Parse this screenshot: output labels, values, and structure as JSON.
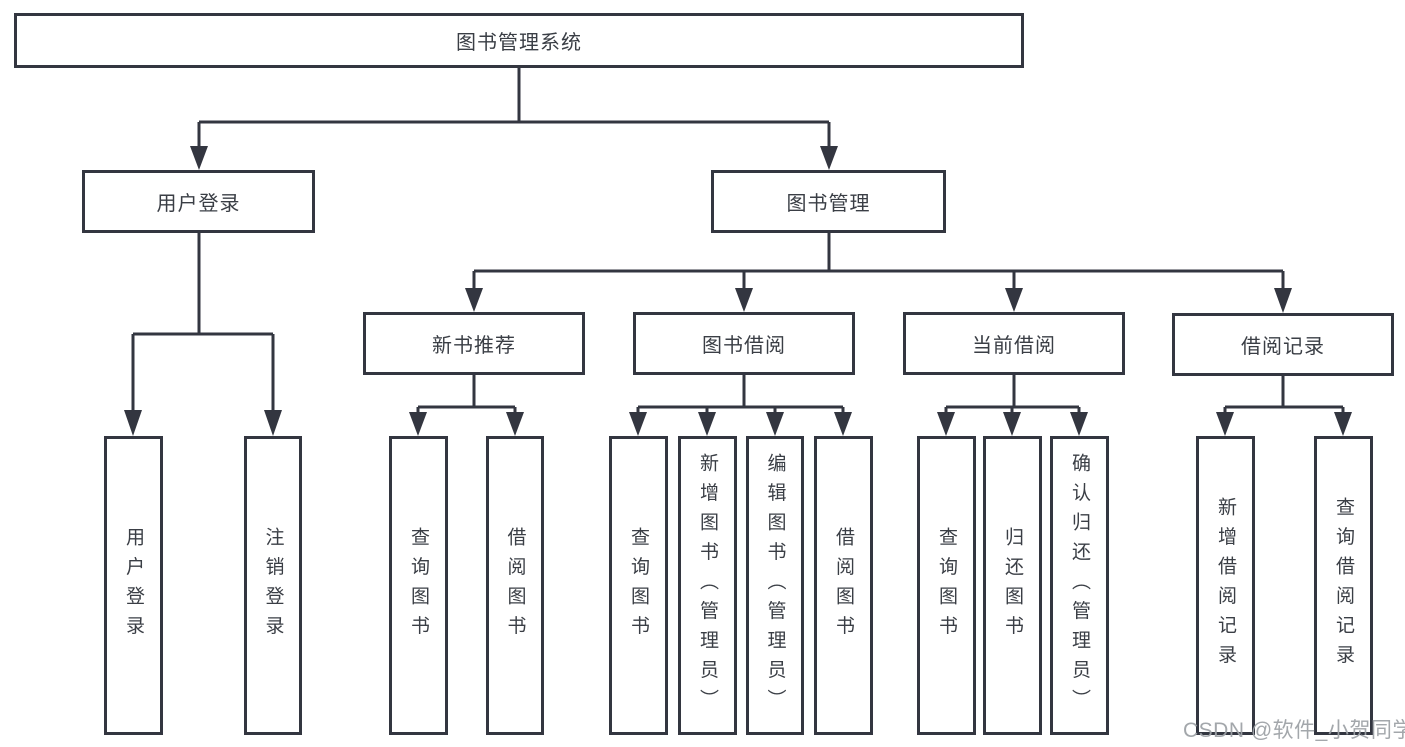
{
  "colors": {
    "background": "#ffffff",
    "line": "#333640",
    "text": "#3a3e45",
    "watermark": "#9ea2a6"
  },
  "tree": {
    "label": "图书管理系统",
    "children": [
      {
        "label": "用户登录",
        "children": [
          {
            "label": "用户登录"
          },
          {
            "label": "注销登录"
          }
        ]
      },
      {
        "label": "图书管理",
        "children": [
          {
            "label": "新书推荐",
            "children": [
              {
                "label": "查询图书"
              },
              {
                "label": "借阅图书"
              }
            ]
          },
          {
            "label": "图书借阅",
            "children": [
              {
                "label": "查询图书"
              },
              {
                "label": "新增图书（管理员）"
              },
              {
                "label": "编辑图书（管理员）"
              },
              {
                "label": "借阅图书"
              }
            ]
          },
          {
            "label": "当前借阅",
            "children": [
              {
                "label": "查询图书"
              },
              {
                "label": "归还图书"
              },
              {
                "label": "确认归还（管理员）"
              }
            ]
          },
          {
            "label": "借阅记录",
            "children": [
              {
                "label": "新增借阅记录"
              },
              {
                "label": "查询借阅记录"
              }
            ]
          }
        ]
      }
    ]
  },
  "watermark": {
    "text": "CSDN @软件_小贺同学"
  }
}
